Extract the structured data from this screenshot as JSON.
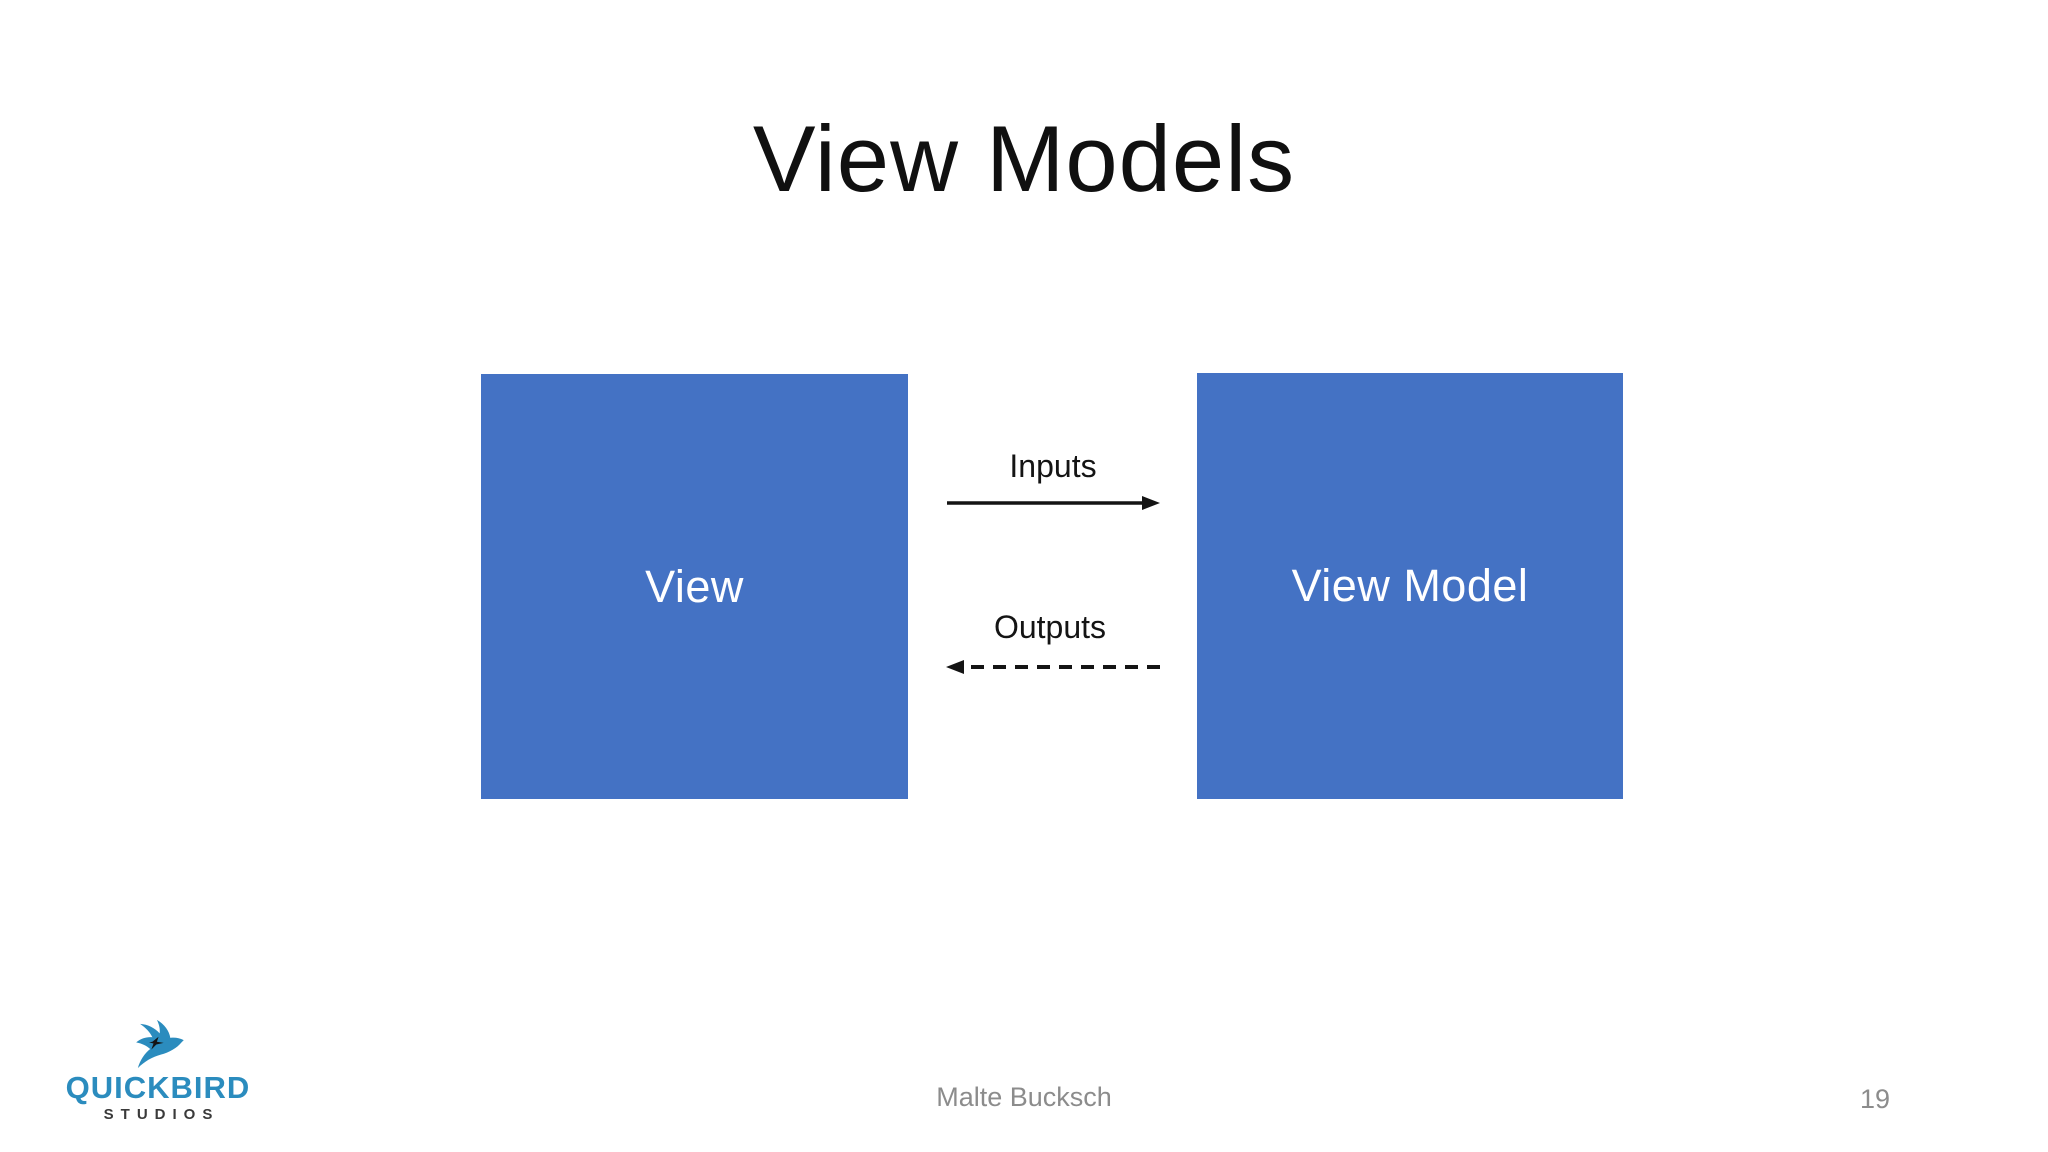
{
  "slide": {
    "title": "View Models",
    "footer_author": "Malte Bucksch",
    "page_number": "19"
  },
  "diagram": {
    "view_box_label": "View",
    "view_model_box_label": "View Model",
    "inputs_arrow_label": "Inputs",
    "outputs_arrow_label": "Outputs",
    "inputs_arrow_style": "solid-right",
    "outputs_arrow_style": "dashed-left"
  },
  "logo": {
    "icon": "swallow-bird-icon",
    "line1": "QUICKBIRD",
    "line2": "STUDIOS"
  },
  "colors": {
    "background": "#FFFFFF",
    "box_fill": "#4472C4",
    "box_text": "#FFFFFF",
    "arrow": "#141414",
    "title_text": "#101010",
    "footer_text": "#8C8C8C",
    "logo_blue": "#2B8CBE",
    "logo_dark": "#3A3A3A"
  }
}
